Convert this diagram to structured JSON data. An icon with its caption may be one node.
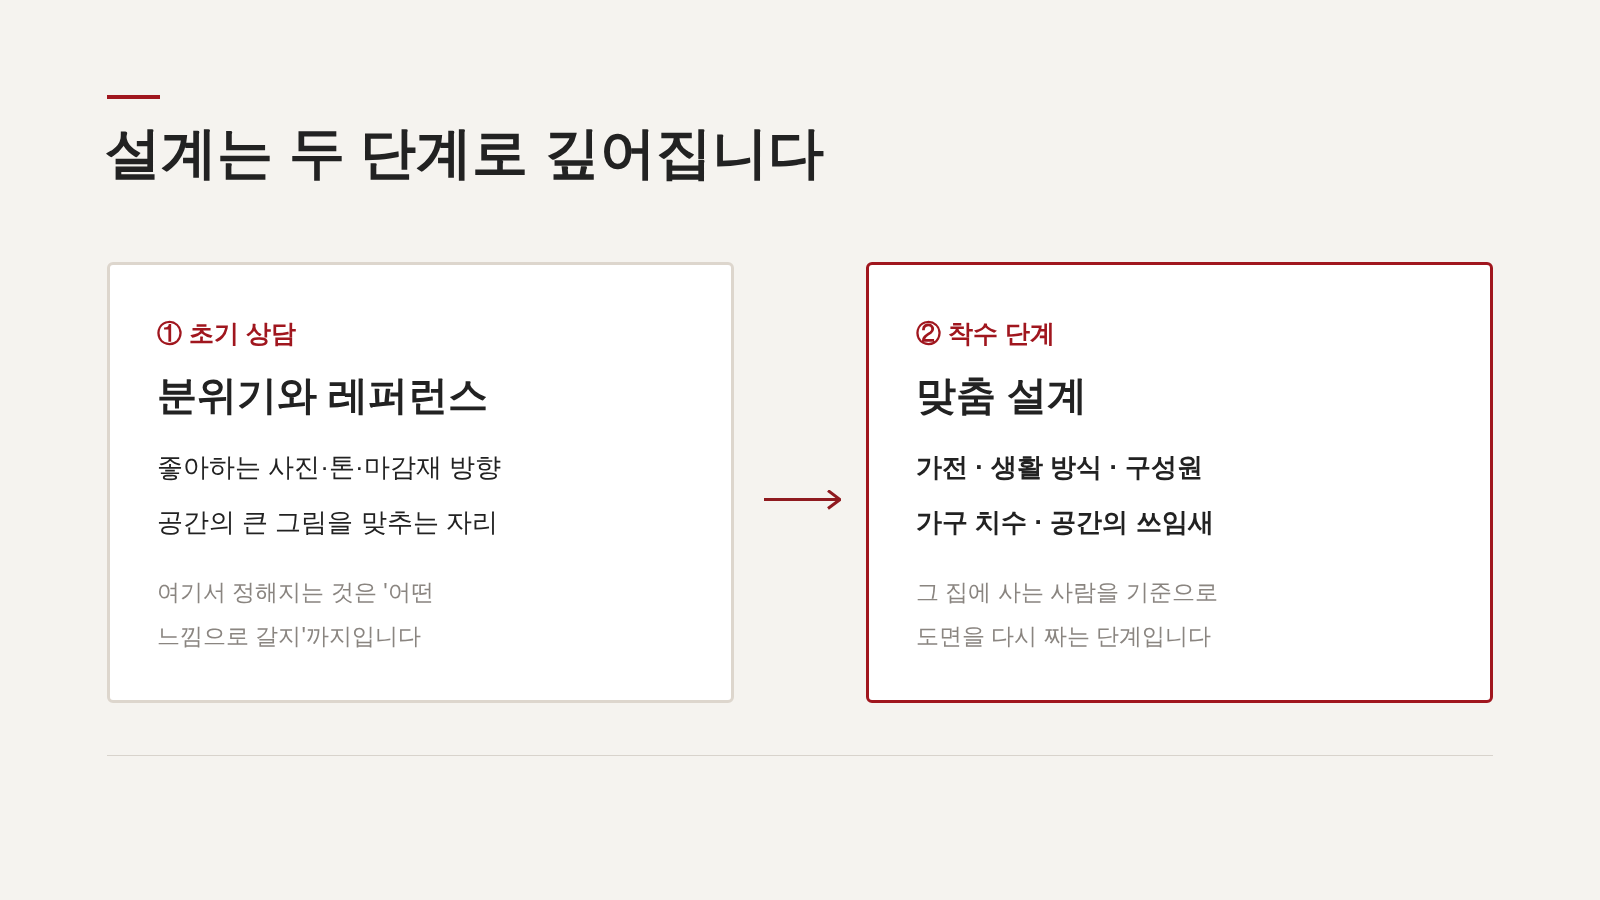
{
  "diagram": {
    "title": "설계는 두 단계로 깊어집니다",
    "nodes": [
      {
        "text": [
          "① 초기 상담",
          "분위기와 레퍼런스",
          "좋아하는 사진·톤·마감재 방향",
          "공간의 큰 그림을 맞추는 자리",
          "여기서 정해지는 것은 '어떤 느낌으로 갈지'까지입니다"
        ]
      },
      {
        "text": [
          "② 착수 단계",
          "맞춤 설계",
          "가전 · 생활 방식 · 구성원",
          "가구 치수 · 공간의 쓰임새",
          "그 집에 사는 사람을 기준으로 도면을 다시 짜는 단계입니다"
        ]
      }
    ],
    "edges": [
      {
        "from": 0,
        "to": 1,
        "arrow": "to"
      }
    ]
  }
}
